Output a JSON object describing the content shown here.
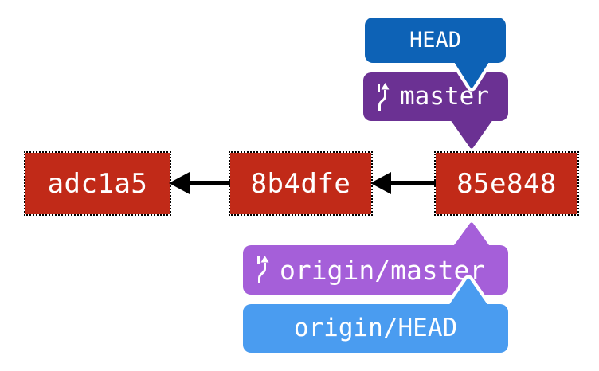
{
  "title": "Git history diagram with HEAD, branch and remote refs",
  "refs": {
    "head": {
      "label": "HEAD"
    },
    "master": {
      "label": "master"
    },
    "origin_master": {
      "label": "origin/master"
    },
    "origin_head": {
      "label": "origin/HEAD"
    }
  },
  "commits": [
    {
      "id": "adc1a5"
    },
    {
      "id": "8b4dfe"
    },
    {
      "id": "85e848"
    }
  ],
  "icons": {
    "branch": "branch-icon",
    "parent_arrow": "arrow-left-icon"
  },
  "colors": {
    "head": "#0d62b6",
    "master": "#6b3193",
    "origin_master": "#a55fd9",
    "origin_head": "#4a9cf0",
    "commit": "#c12a18",
    "arrow": "#000000",
    "text": "#ffffff"
  }
}
